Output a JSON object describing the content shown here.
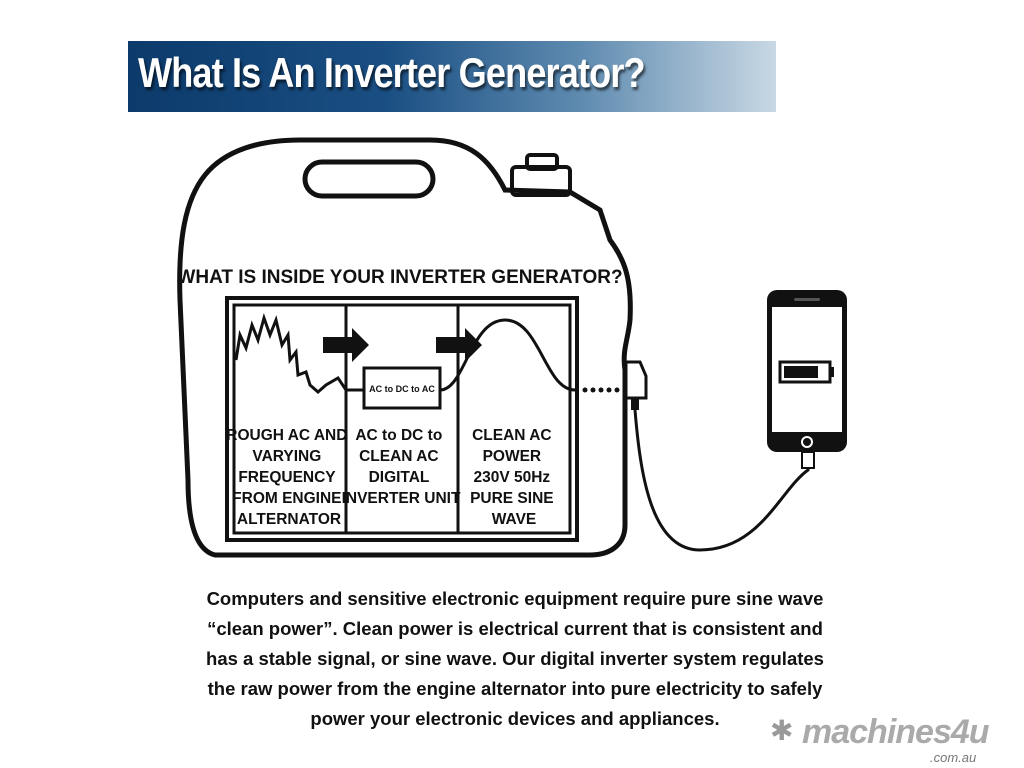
{
  "header": {
    "title": "What Is An Inverter Generator?"
  },
  "diagram": {
    "heading": "WHAT IS INSIDE YOUR INVERTER GENERATOR?",
    "converter_label": "AC to DC to AC",
    "cells": [
      {
        "lines": [
          "ROUGH AC AND",
          "VARYING",
          "FREQUENCY",
          "FROM ENGINE",
          "ALTERNATOR"
        ]
      },
      {
        "lines": [
          "AC to DC to",
          "CLEAN AC",
          "DIGITAL",
          "INVERTER UNIT"
        ]
      },
      {
        "lines": [
          "CLEAN AC",
          "POWER",
          "230V 50Hz",
          "PURE SINE",
          "WAVE"
        ]
      }
    ]
  },
  "description": {
    "lines": [
      "Computers and sensitive electronic equipment require pure sine wave",
      "“clean power”. Clean power is electrical current that is consistent and",
      "has a stable signal, or sine wave. Our digital inverter system regulates",
      "the raw power from the engine alternator into pure electricity to safely",
      "power your electronic devices and appliances."
    ]
  },
  "logo": {
    "name": "machines4u",
    "domain": ".com.au"
  }
}
